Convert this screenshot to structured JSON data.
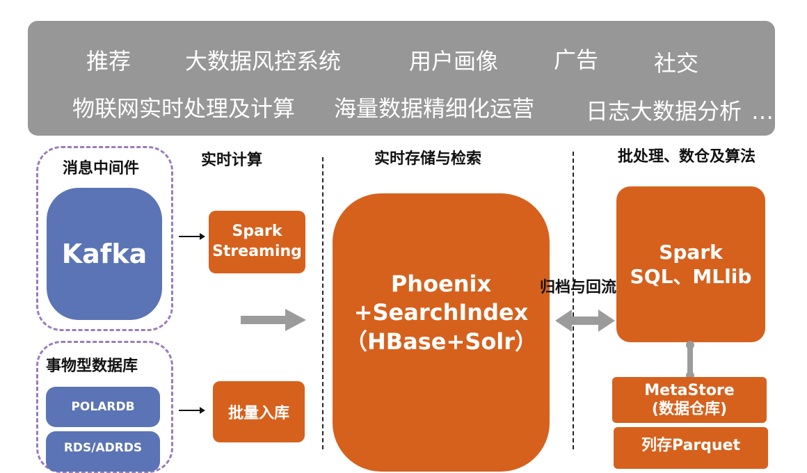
{
  "applications": {
    "row1": [
      "推荐",
      "大数据风控系统",
      "用户画像",
      "广告",
      "社交"
    ],
    "row2": [
      "物联网实时处理及计算",
      "海量数据精细化运营",
      "日志大数据分析",
      "…"
    ]
  },
  "columns": {
    "messaging": "消息中间件",
    "realtime_compute": "实时计算",
    "storage": "实时存储与检索",
    "batch": "批处理、数仓及算法"
  },
  "sources": {
    "kafka": "Kafka",
    "db_group_title": "事物型数据库",
    "db_items": [
      "POLARDB",
      "RDS/ADRDS"
    ]
  },
  "compute": {
    "spark_streaming": "Spark\nStreaming",
    "batch_import": "批量入库"
  },
  "storage": {
    "main": "Phoenix\n+SearchIndex\n（HBase+Solr）"
  },
  "batch": {
    "spark": "Spark\nSQL、MLlib",
    "metastore": "MetaStore\n(数据仓库)",
    "columnar": "列存Parquet"
  },
  "archive_label": "归档与回流"
}
